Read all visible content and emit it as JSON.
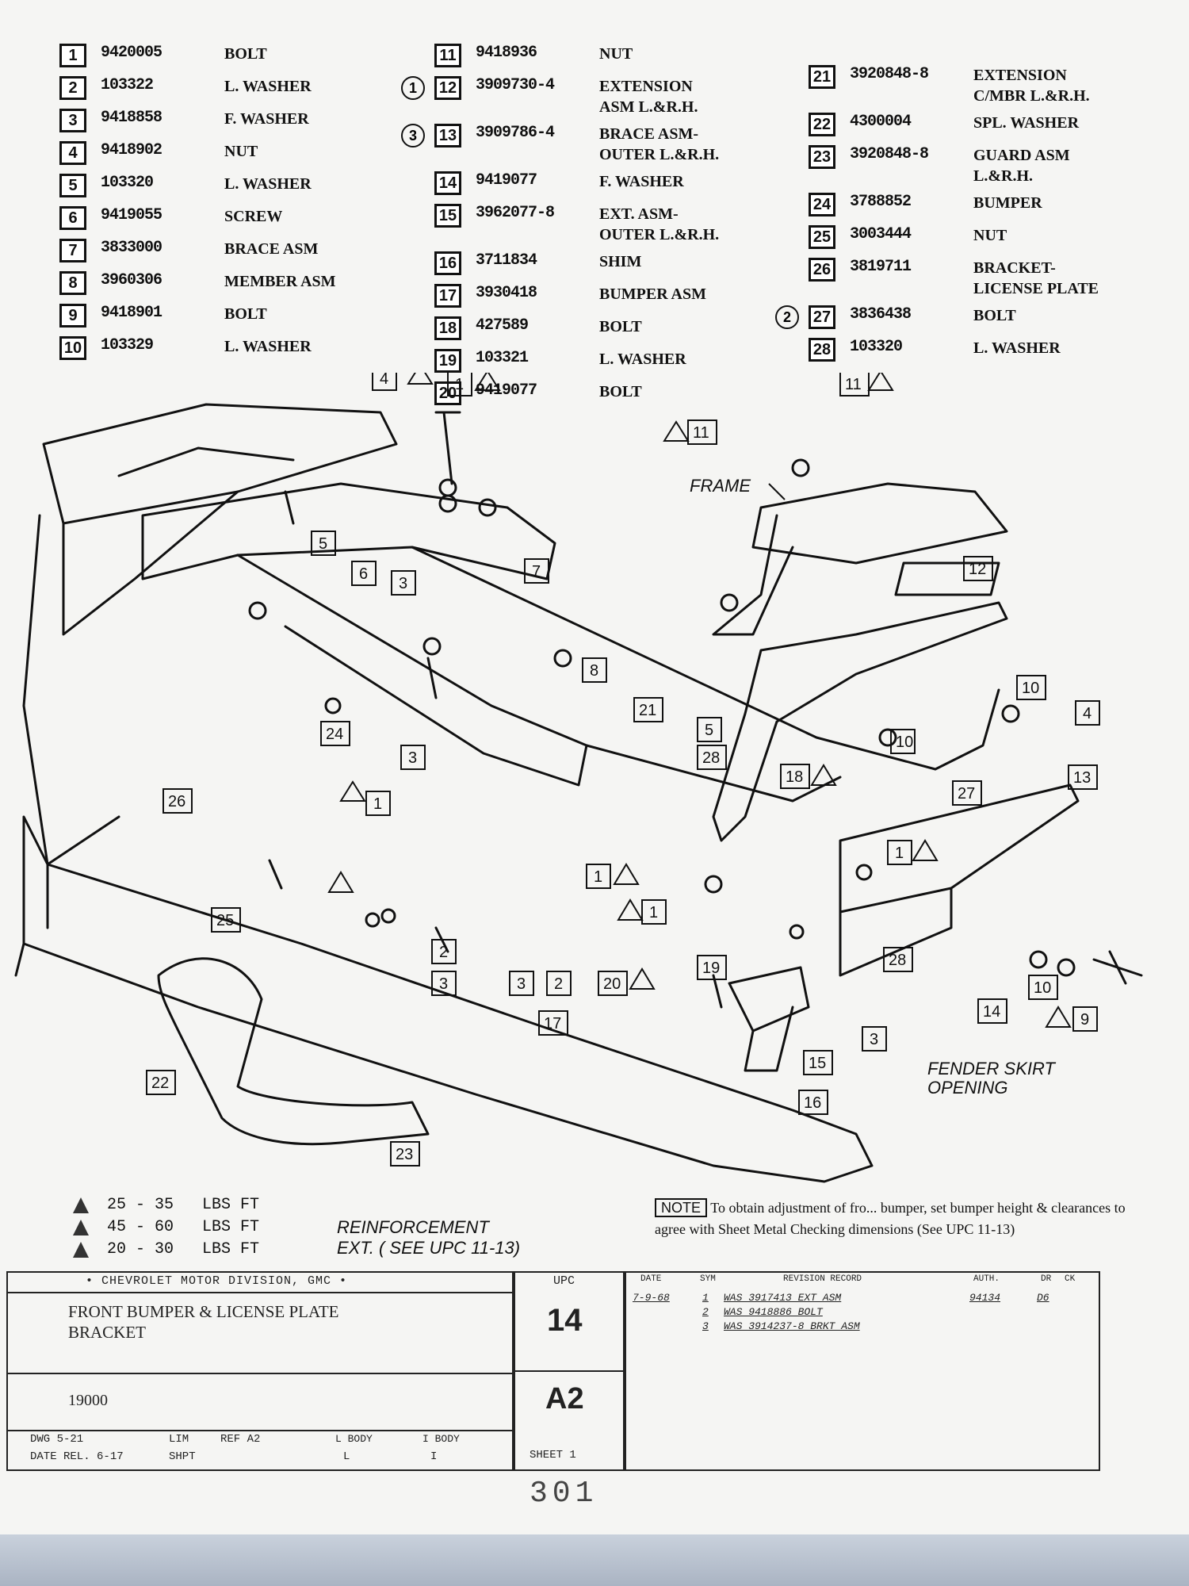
{
  "parts_list": {
    "col1": [
      {
        "ref": "1",
        "part": "9420005",
        "desc": "BOLT"
      },
      {
        "ref": "2",
        "part": "103322",
        "desc": "L. WASHER"
      },
      {
        "ref": "3",
        "part": "9418858",
        "desc": "F. WASHER"
      },
      {
        "ref": "4",
        "part": "9418902",
        "desc": "NUT"
      },
      {
        "ref": "5",
        "part": "103320",
        "desc": "L. WASHER"
      },
      {
        "ref": "6",
        "part": "9419055",
        "desc": "SCREW"
      },
      {
        "ref": "7",
        "part": "3833000",
        "desc": "BRACE ASM"
      },
      {
        "ref": "8",
        "part": "3960306",
        "desc": "MEMBER ASM"
      },
      {
        "ref": "9",
        "part": "9418901",
        "desc": "BOLT"
      },
      {
        "ref": "10",
        "part": "103329",
        "desc": "L. WASHER"
      }
    ],
    "col2": [
      {
        "ref": "11",
        "part": "9418936",
        "desc": "NUT"
      },
      {
        "ref": "12",
        "note": "1",
        "part": "3909730-4",
        "desc": "EXTENSION\nASM L.&R.H."
      },
      {
        "ref": "13",
        "note": "3",
        "part": "3909786-4",
        "desc": "BRACE ASM-\nOUTER L.&R.H."
      },
      {
        "ref": "14",
        "part": "9419077",
        "desc": "F. WASHER"
      },
      {
        "ref": "15",
        "part": "3962077-8",
        "desc": "EXT. ASM-\nOUTER L.&R.H."
      },
      {
        "ref": "16",
        "part": "3711834",
        "desc": "SHIM"
      },
      {
        "ref": "17",
        "part": "3930418",
        "desc": "BUMPER ASM"
      },
      {
        "ref": "18",
        "part": "427589",
        "desc": "BOLT"
      },
      {
        "ref": "19",
        "part": "103321",
        "desc": "L. WASHER"
      },
      {
        "ref": "20",
        "part": "9419077",
        "desc": "BOLT"
      }
    ],
    "col3": [
      {
        "ref": "21",
        "part": "3920848-8",
        "desc": "EXTENSION\nC/MBR L.&R.H."
      },
      {
        "ref": "22",
        "part": "4300004",
        "desc": "SPL. WASHER"
      },
      {
        "ref": "23",
        "part": "3920848-8",
        "desc": "GUARD ASM\nL.&R.H."
      },
      {
        "ref": "24",
        "part": "3788852",
        "desc": "BUMPER"
      },
      {
        "ref": "25",
        "part": "3003444",
        "desc": "NUT"
      },
      {
        "ref": "26",
        "part": "3819711",
        "desc": "BRACKET-\nLICENSE PLATE"
      },
      {
        "ref": "27",
        "note": "2",
        "part": "3836438",
        "desc": "BOLT"
      },
      {
        "ref": "28",
        "part": "103320",
        "desc": "L. WASHER"
      }
    ]
  },
  "diagram": {
    "labels": {
      "frame": "FRAME",
      "fender_skirt": "FENDER SKIRT\nOPENING",
      "reinforcement": "REINFORCEMENT\nEXT. ( SEE UPC 11-13)"
    }
  },
  "torque": [
    {
      "symbol": "1",
      "value": "25 - 35",
      "unit": "LBS FT"
    },
    {
      "symbol": "2",
      "value": "45 - 60",
      "unit": "LBS FT"
    },
    {
      "symbol": "3",
      "value": "20 - 30",
      "unit": "LBS FT"
    }
  ],
  "note": {
    "label": "NOTE",
    "text": "To obtain adjustment of fro... bumper, set bumper height & clearances to agree with Sheet Metal Checking dimensions (See UPC 11-13)"
  },
  "title_block": {
    "division": "• CHEVROLET MOTOR DIVISION, GMC •",
    "title": "FRONT BUMPER & LICENSE PLATE\nBRACKET",
    "series": "19000",
    "upc_header": "UPC",
    "upc": "14",
    "group": "A2",
    "sheet": "SHEET 1",
    "dwg": "DWG 5-21",
    "date_label": "DATE REL. 6-17",
    "headers": [
      "DATE",
      "SYM",
      "REVISION RECORD",
      "AUTH.",
      "DR",
      "CK"
    ],
    "revisions": [
      {
        "date": "7-9-68",
        "sym": "1",
        "record": "WAS 3917413 EXT ASM",
        "auth": "94134",
        "dr": "D6"
      },
      {
        "date": "",
        "sym": "2",
        "record": "WAS 9418886 BOLT",
        "auth": "",
        "dr": ""
      },
      {
        "date": "",
        "sym": "3",
        "record": "WAS 3914237-8 BRKT ASM",
        "auth": "",
        "dr": ""
      }
    ],
    "small_fields": [
      "LIM",
      "SHPT",
      "REF A2",
      "L BODY",
      "L",
      "I BODY",
      "I"
    ]
  },
  "page_number": "301"
}
